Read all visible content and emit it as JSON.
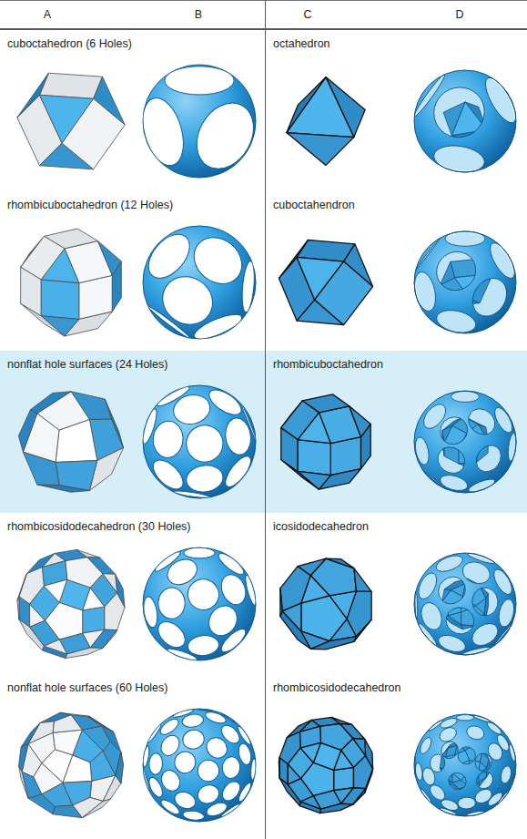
{
  "diagram": {
    "labels": [
      "A",
      "B",
      "C",
      "D",
      "cuboctahedron (6 Holes)",
      "octahedron",
      "rhombicuboctahedron (12 Holes)",
      "cuboctahendron",
      "nonflat hole surfaces (24 Holes)",
      "rhombicuboctahedron",
      "rhombicosidodecahedron (30 Holes)",
      "icosidodecahedron",
      "nonflat hole surfaces (60 Holes)",
      "rhombicosidodecahedron"
    ]
  }
}
